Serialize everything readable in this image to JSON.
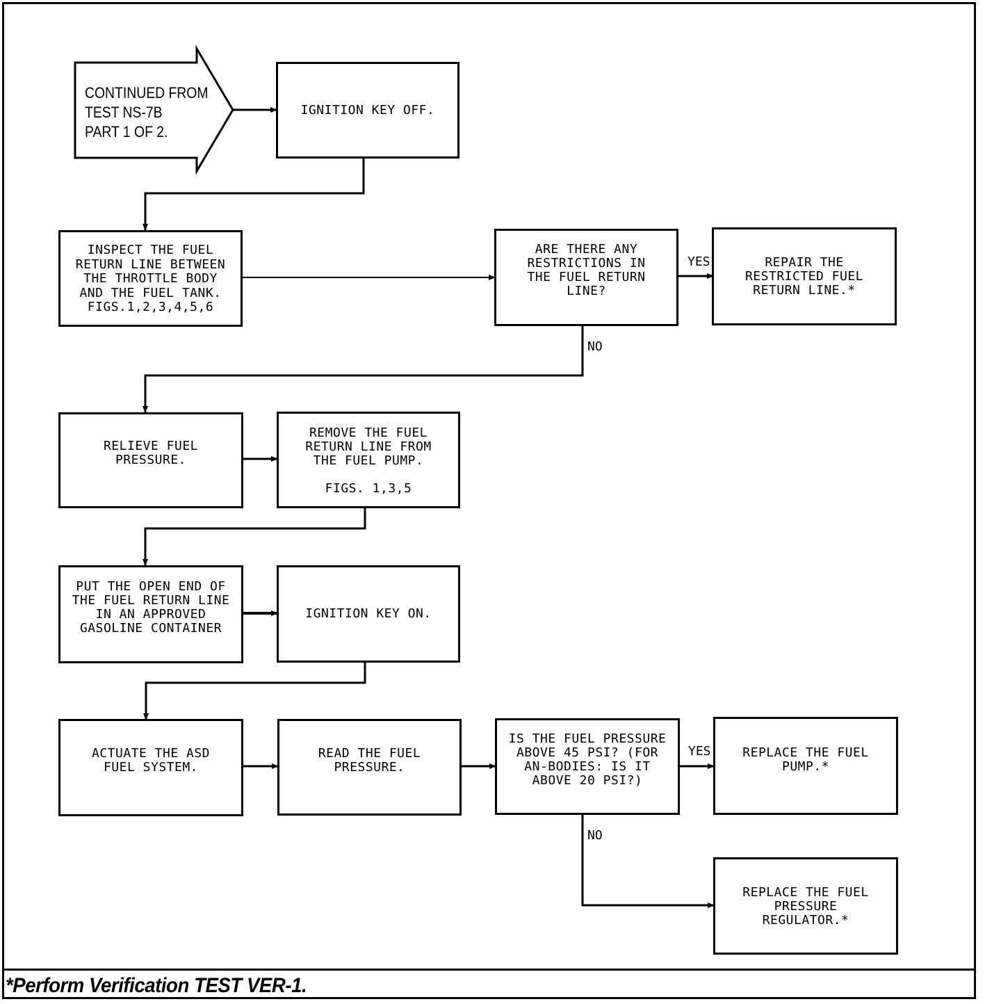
{
  "start": {
    "lines": [
      "CONTINUED FROM",
      "TEST NS-7B",
      "PART 1 OF 2."
    ]
  },
  "nodes": {
    "ignition_off": "IGNITION KEY OFF.",
    "inspect": "INSPECT THE FUEL\nRETURN LINE BETWEEN\nTHE THROTTLE BODY\nAND THE FUEL TANK.\nFIGS.1,2,3,4,5,6",
    "restrictions_question": "ARE THERE ANY\nRESTRICTIONS IN\nTHE FUEL RETURN\nLINE?",
    "repair": "REPAIR THE\nRESTRICTED FUEL\nRETURN LINE.*",
    "relieve": "RELIEVE FUEL\nPRESSURE.",
    "remove": "REMOVE THE FUEL\nRETURN LINE FROM\nTHE FUEL PUMP.\n\nFIGS. 1,3,5",
    "put_open_end": "PUT THE OPEN END OF\nTHE FUEL RETURN LINE\nIN AN APPROVED\nGASOLINE CONTAINER",
    "ignition_on": "IGNITION KEY ON.",
    "actuate": "ACTUATE THE ASD\nFUEL SYSTEM.",
    "read_pressure": "READ THE FUEL\nPRESSURE.",
    "pressure_question": "IS THE FUEL PRESSURE\nABOVE 45 PSI? (FOR\nAN-BODIES: IS IT\nABOVE 20 PSI?)",
    "replace_pump": "REPLACE THE FUEL\nPUMP.*",
    "replace_regulator": "REPLACE THE FUEL\nPRESSURE\nREGULATOR.*"
  },
  "branch_labels": {
    "q1_yes": "YES",
    "q1_no": "NO",
    "q2_yes": "YES",
    "q2_no": "NO"
  },
  "footer": {
    "note": "*Perform Verification TEST VER-1."
  }
}
